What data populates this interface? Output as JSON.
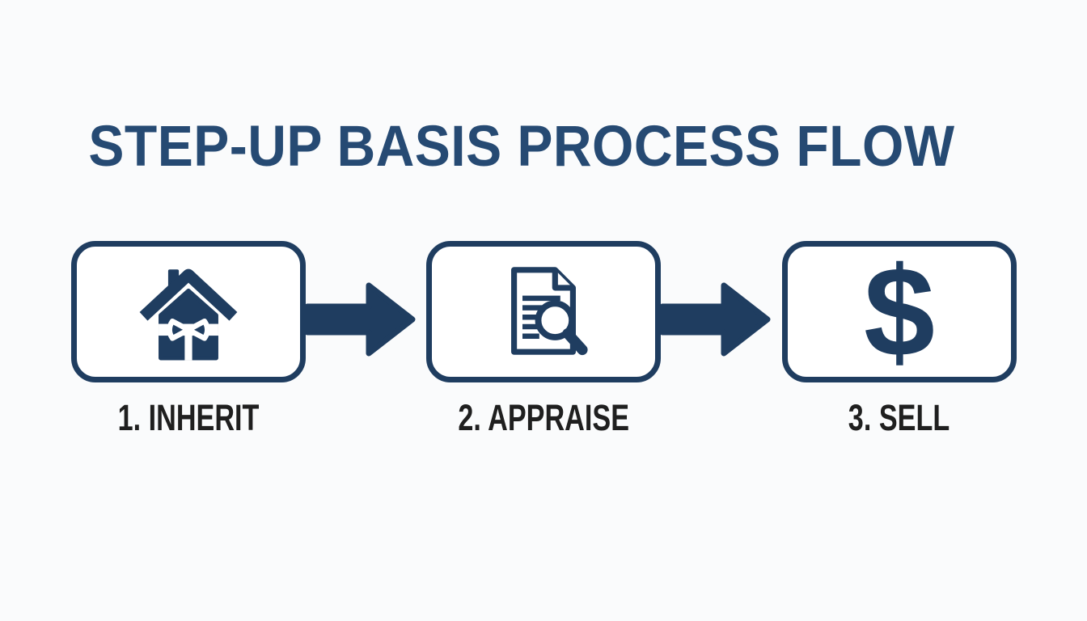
{
  "title": "STEP-UP BASIS PROCESS FLOW",
  "steps": [
    {
      "number": "1",
      "label": "1. INHERIT",
      "icon": "house-gift-icon"
    },
    {
      "number": "2",
      "label": "2. APPRAISE",
      "icon": "document-magnifier-icon"
    },
    {
      "number": "3",
      "label": "3. SELL",
      "icon": "dollar-sign-icon",
      "glyph": "$"
    }
  ],
  "connectors": [
    {
      "icon": "flow-arrow-icon",
      "direction": "right"
    },
    {
      "icon": "flow-arrow-icon",
      "direction": "right"
    }
  ],
  "colors": {
    "title_navy": "#264a73",
    "icon_navy": "#1f3d60",
    "label_color": "#1f1f1f",
    "background": "#fafbfc",
    "box_background": "#ffffff"
  }
}
